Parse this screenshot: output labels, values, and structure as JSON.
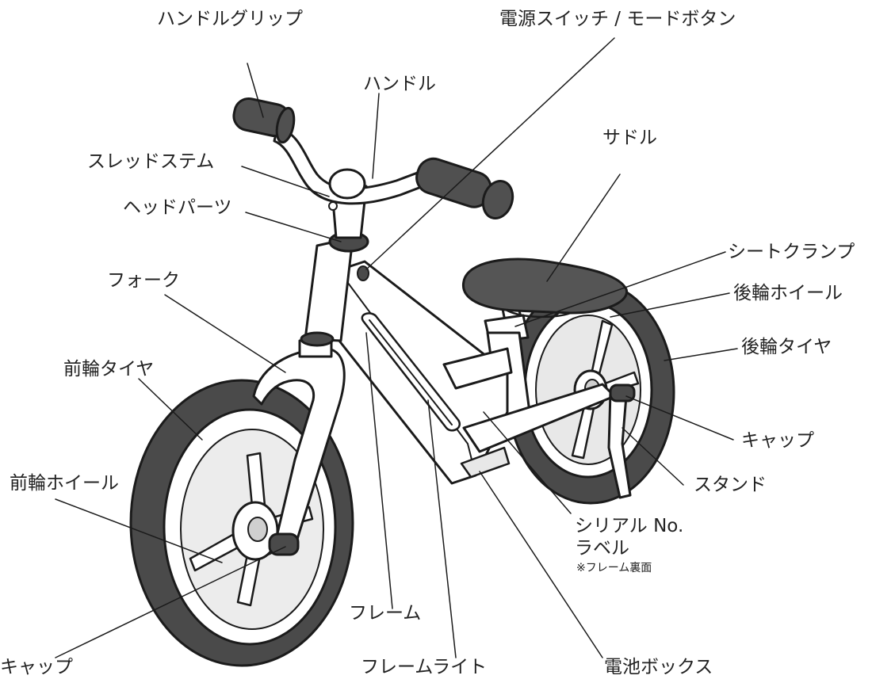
{
  "colors": {
    "ink": "#1b1b1b",
    "frame": "#ffffff",
    "tire": "#4a4a4a",
    "grip": "#505050",
    "saddle": "#555555",
    "shade": "#dcdcdc",
    "background": "#ffffff"
  },
  "parts": {
    "handle_grip": "ハンドルグリップ",
    "power_switch": "電源スイッチ / モードボタン",
    "handle": "ハンドル",
    "thread_stem": "スレッドステム",
    "head_parts": "ヘッドパーツ",
    "saddle": "サドル",
    "seat_clamp": "シートクランプ",
    "fork": "フォーク",
    "rear_wheel": "後輪ホイール",
    "rear_tire": "後輪タイヤ",
    "front_tire": "前輪タイヤ",
    "rear_cap": "キャップ",
    "stand": "スタンド",
    "front_wheel": "前輪ホイール",
    "serial_label_line1": "シリアル No.",
    "serial_label_line2": "ラベル",
    "serial_label_note": "※フレーム裏面",
    "frame": "フレーム",
    "front_cap": "キャップ",
    "frame_light": "フレームライト",
    "battery_box": "電池ボックス"
  }
}
